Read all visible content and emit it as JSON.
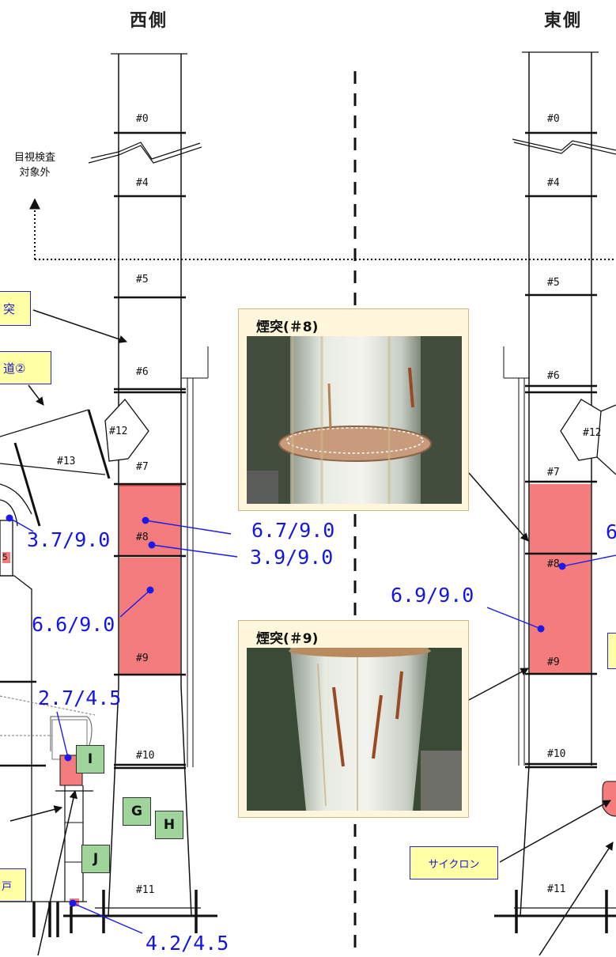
{
  "headers": {
    "west": "西側",
    "east": "東側"
  },
  "west_sections": [
    "#0",
    "#4",
    "#5",
    "#6",
    "#7",
    "#8",
    "#9",
    "#10",
    "#11"
  ],
  "west_duct_sections": [
    "#12",
    "#13"
  ],
  "west_small_section": "5",
  "east_sections": [
    "#0",
    "#4",
    "#5",
    "#6",
    "#7",
    "#8",
    "#9",
    "#10",
    "#11"
  ],
  "east_duct_section": "#12",
  "visual_note": {
    "line1": "目視検査",
    "line2": "対象外"
  },
  "labels": {
    "chimney_partial": "突",
    "duct2_partial": "道②",
    "cyclone": "サイクロン",
    "left_partial": "戸"
  },
  "measurements": {
    "w_s7": "6.7/9.0",
    "w_s8": "3.9/9.0",
    "w_duct": "3.7/9.0",
    "w_s9": "6.6/9.0",
    "w_i": "2.7/4.5",
    "w_j": "4.2/4.5",
    "e_s9": "6.9/9.0",
    "e_s8_partial": "6"
  },
  "markers": [
    "G",
    "H",
    "I",
    "J"
  ],
  "photos": [
    {
      "title": "煙突(＃8)"
    },
    {
      "title": "煙突(＃9)"
    }
  ],
  "colors": {
    "inspected": "#f47c7c",
    "measure": "#1414e6",
    "label_bg": "#ffffa6",
    "marker_bg": "#9fd49a",
    "photo_bg": "#fff6dc"
  }
}
